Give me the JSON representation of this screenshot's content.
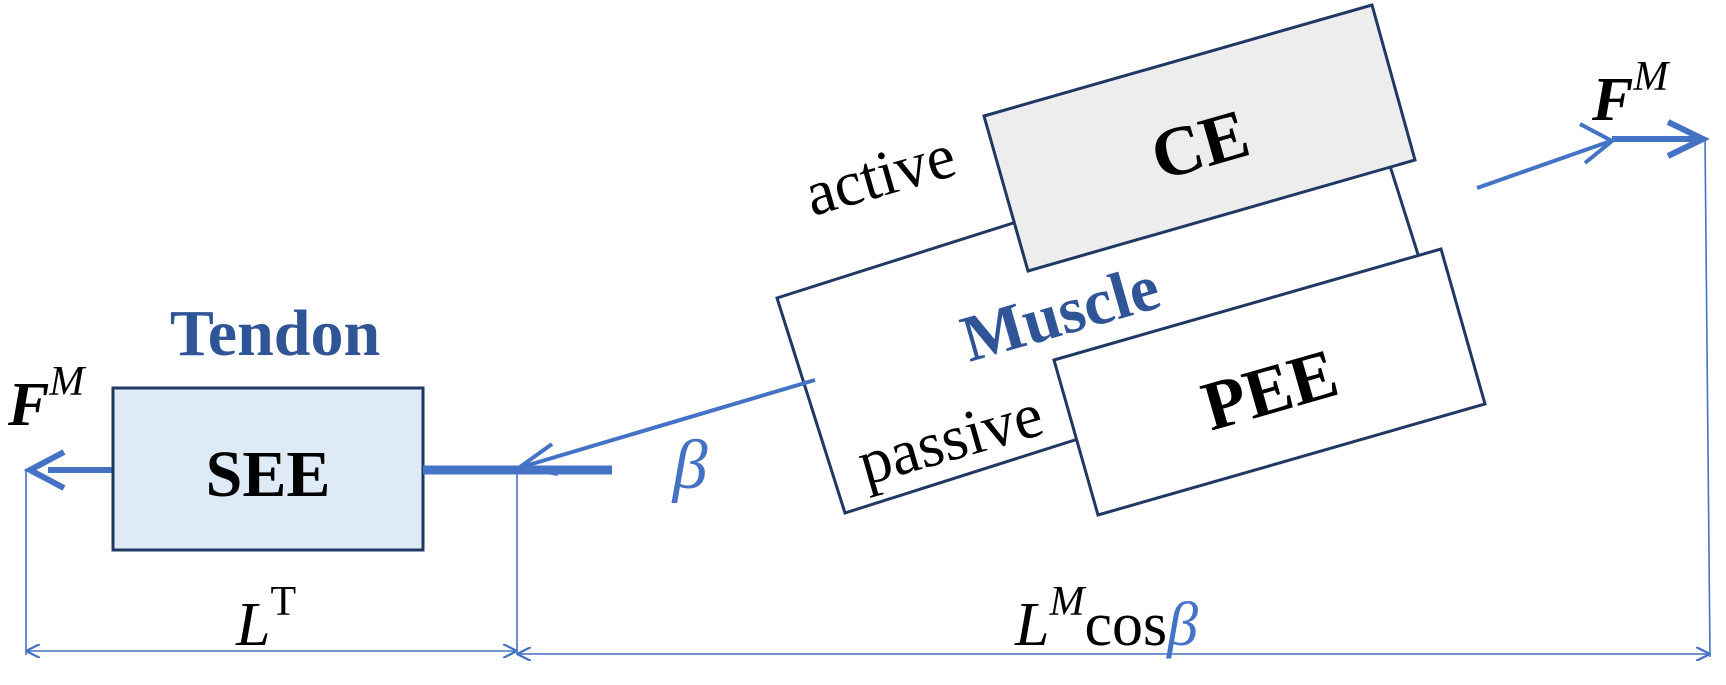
{
  "colors": {
    "accent": "#4472C4",
    "accent_dark": "#2F5597",
    "box_stroke": "#1F3864",
    "see_fill": "#DEEAF6",
    "ce_fill": "#EDEDED",
    "text": "#000000"
  },
  "tendon": {
    "title": "Tendon",
    "see_label": "SEE",
    "force_left": {
      "base": "F",
      "sup": "M"
    },
    "length": {
      "base": "L",
      "sup": "T"
    }
  },
  "muscle": {
    "title": "Muscle",
    "ce_label": "CE",
    "pee_label": "PEE",
    "active_label": "active",
    "passive_label": "passive",
    "force_right": {
      "base": "F",
      "sup": "M"
    },
    "pennation": "β",
    "length": {
      "base": "L",
      "sup": "M",
      "cos": "cos",
      "beta": "β"
    }
  }
}
